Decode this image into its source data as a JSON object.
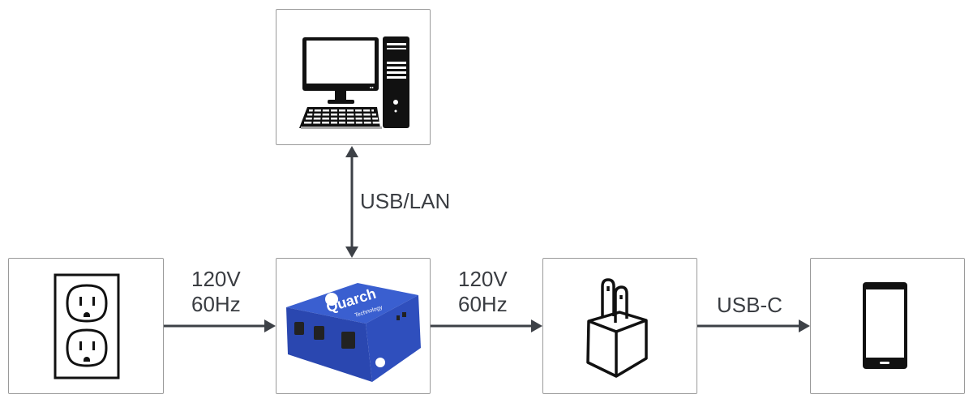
{
  "nodes": {
    "computer": {
      "name": "Computer",
      "icon": "desktop-computer-icon"
    },
    "outlet": {
      "name": "Wall Outlet",
      "icon": "power-outlet-icon"
    },
    "quarch": {
      "name": "Quarch Power Switch Module",
      "icon": "quarch-box-image",
      "brand_text": "Quarch",
      "brand_sub": "Technology",
      "brand_color": "#2d4fb8"
    },
    "charger": {
      "name": "Power Adapter",
      "icon": "wall-charger-icon"
    },
    "phone": {
      "name": "Smartphone",
      "icon": "smartphone-icon"
    }
  },
  "edges": {
    "computer_quarch": {
      "label": "USB/LAN",
      "direction": "bidirectional"
    },
    "outlet_quarch": {
      "line1": "120V",
      "line2": "60Hz"
    },
    "quarch_charger": {
      "line1": "120V",
      "line2": "60Hz"
    },
    "charger_phone": {
      "label": "USB-C"
    }
  },
  "colors": {
    "arrow": "#3d4147",
    "border": "#9a9a9a",
    "icon": "#111111"
  }
}
